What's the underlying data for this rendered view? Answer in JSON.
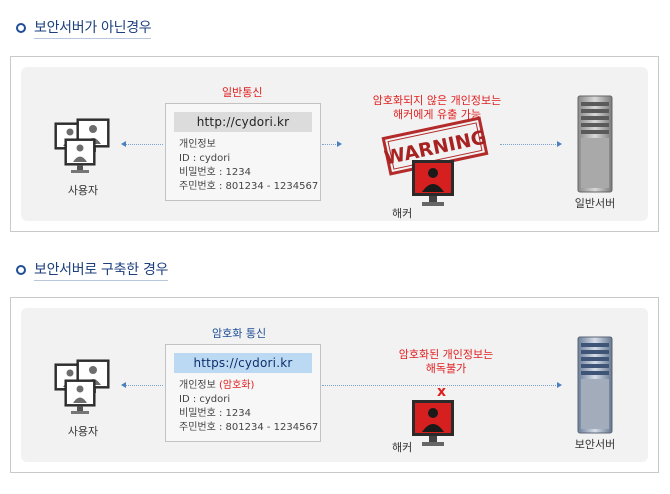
{
  "section1": {
    "title": "보안서버가 아닌경우",
    "caption": "일반통신",
    "box": {
      "url": "http://cydori.kr",
      "line1": "개인정보",
      "line2": "ID : cydori",
      "line3": "비밀번호 : 1234",
      "line4": "주민번호 : 801234 - 1234567"
    },
    "warning_line1": "암호화되지 않은 개인정보는",
    "warning_line2": "해커에게 유출 가능",
    "stamp_text": "WARNING",
    "user_label": "사용자",
    "hacker_label": "해커",
    "server_label": "일반서버"
  },
  "section2": {
    "title": "보안서버로 구축한 경우",
    "caption": "암호화 통신",
    "box": {
      "url": "https://cydori.kr",
      "line1_prefix": "개인정보 ",
      "line1_red": "(암호화)",
      "line2": "ID : cydori",
      "line3": "비밀번호 : 1234",
      "line4": "주민번호 : 801234 - 1234567"
    },
    "notice_line1": "암호화된 개인정보는",
    "notice_line2": "해독불가",
    "x_mark": "x",
    "user_label": "사용자",
    "hacker_label": "해커",
    "server_label": "보안서버"
  },
  "colors": {
    "accent_blue": "#1f4e96",
    "alert_red": "#e02020",
    "url_blue_bg": "#bcd9f4"
  },
  "icons": [
    "users-monitor-icon",
    "hacker-monitor-icon",
    "server-tower-icon",
    "warning-stamp-icon",
    "x-mark-icon",
    "arrow-left-icon",
    "arrow-right-icon"
  ]
}
